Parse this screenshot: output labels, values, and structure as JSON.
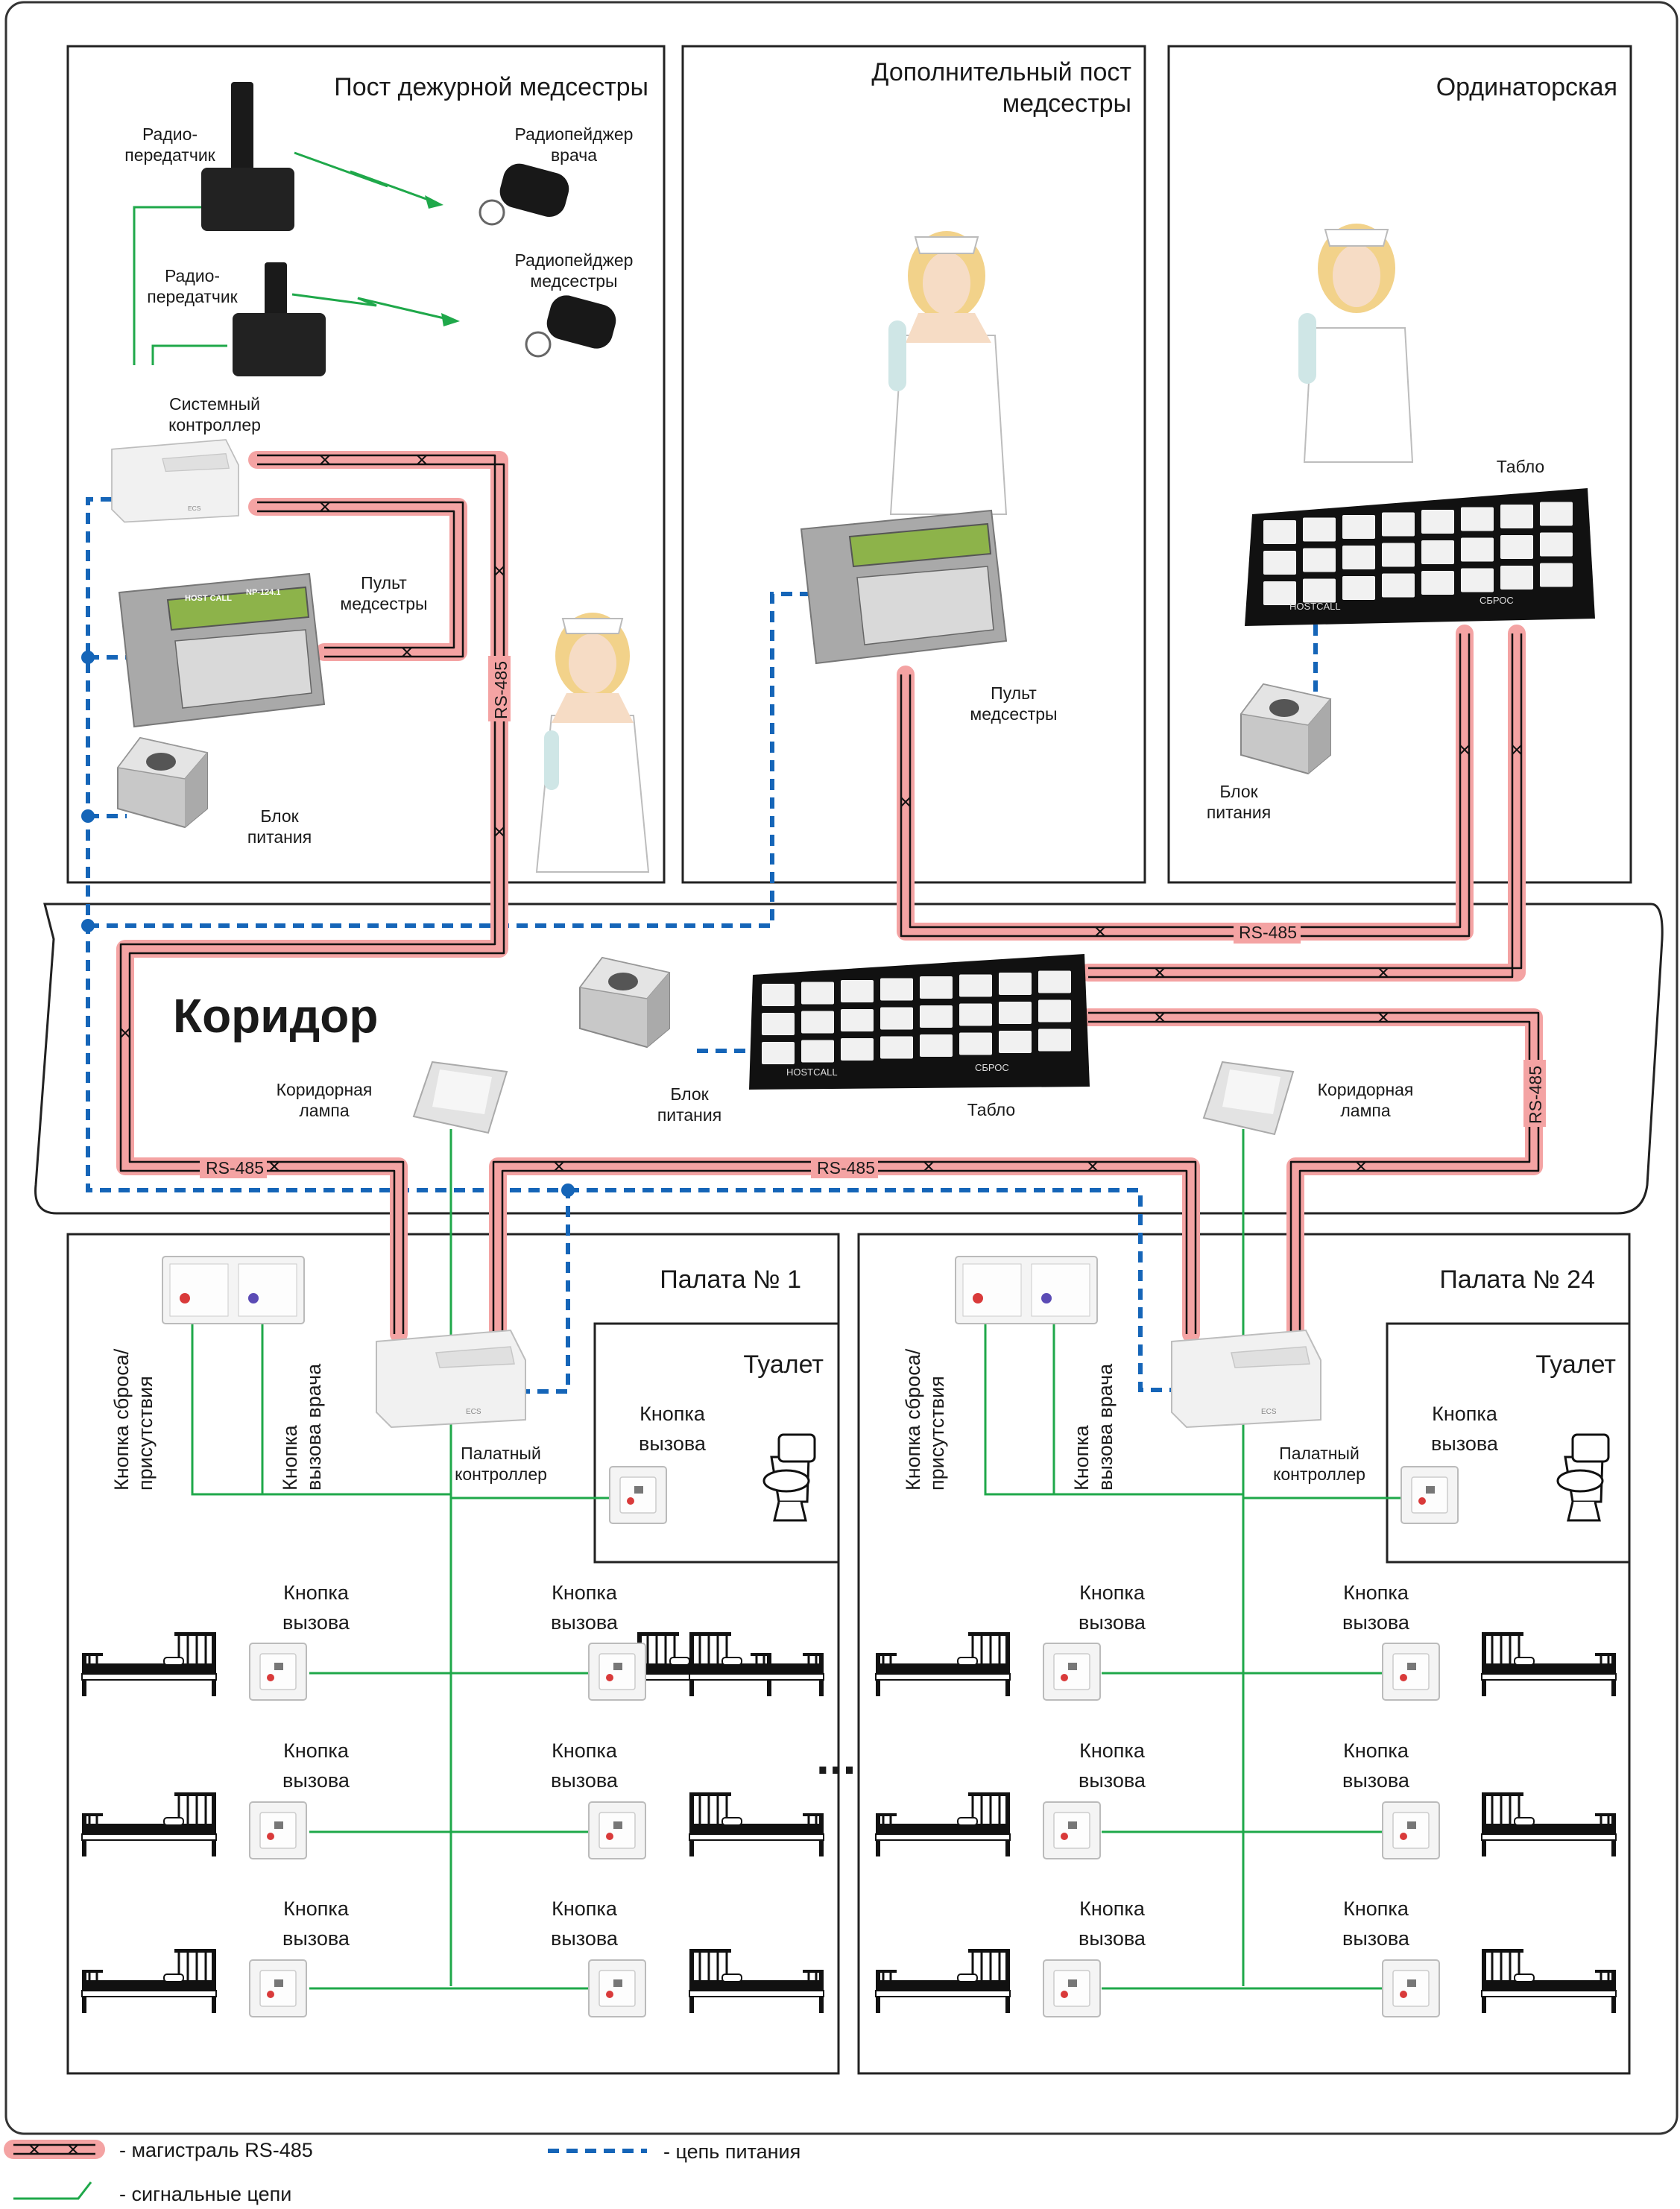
{
  "rooms": {
    "duty_post": "Пост дежурной медсестры",
    "extra_post": [
      "Дополнительный пост",
      "медсестры"
    ],
    "doctors_room": "Ординаторская",
    "corridor": "Коридор",
    "ward1": "Палата № 1",
    "ward24": "Палата № 24",
    "toilet": "Туалет"
  },
  "devices": {
    "radio_tx": [
      "Радио-",
      "передатчик"
    ],
    "pager_doctor": [
      "Радиопейджер",
      "врача"
    ],
    "pager_nurse": [
      "Радиопейджер",
      "медсестры"
    ],
    "system_controller": [
      "Системный",
      "контроллер"
    ],
    "nurse_console": [
      "Пульт",
      "медсестры"
    ],
    "power_unit": [
      "Блок",
      "питания"
    ],
    "board": "Табло",
    "corridor_lamp": [
      "Коридорная",
      "лампа"
    ],
    "ward_controller": [
      "Палатный",
      "контроллер"
    ],
    "call_button": [
      "Кнопка",
      "вызова"
    ],
    "reset_button": [
      "Кнопка сброса/",
      "присутствия"
    ],
    "doctor_call_button": [
      "Кнопка",
      "вызова врача"
    ],
    "console_brand": "HOST CALL",
    "console_model": "NP-124.1",
    "board_brand": "HOSTCALL",
    "board_reset": "СБРОС",
    "ellipsis": "..."
  },
  "bus": {
    "rs485": "RS-485"
  },
  "legend": {
    "rs485": "- магистраль RS-485",
    "power": "- цепь питания",
    "signal": "- сигнальные цепи"
  },
  "colors": {
    "bus_halo": "#f4a3a3",
    "bus_line": "#111111",
    "power": "#1565b8",
    "signal": "#1fa84a",
    "wall": "#222222"
  }
}
